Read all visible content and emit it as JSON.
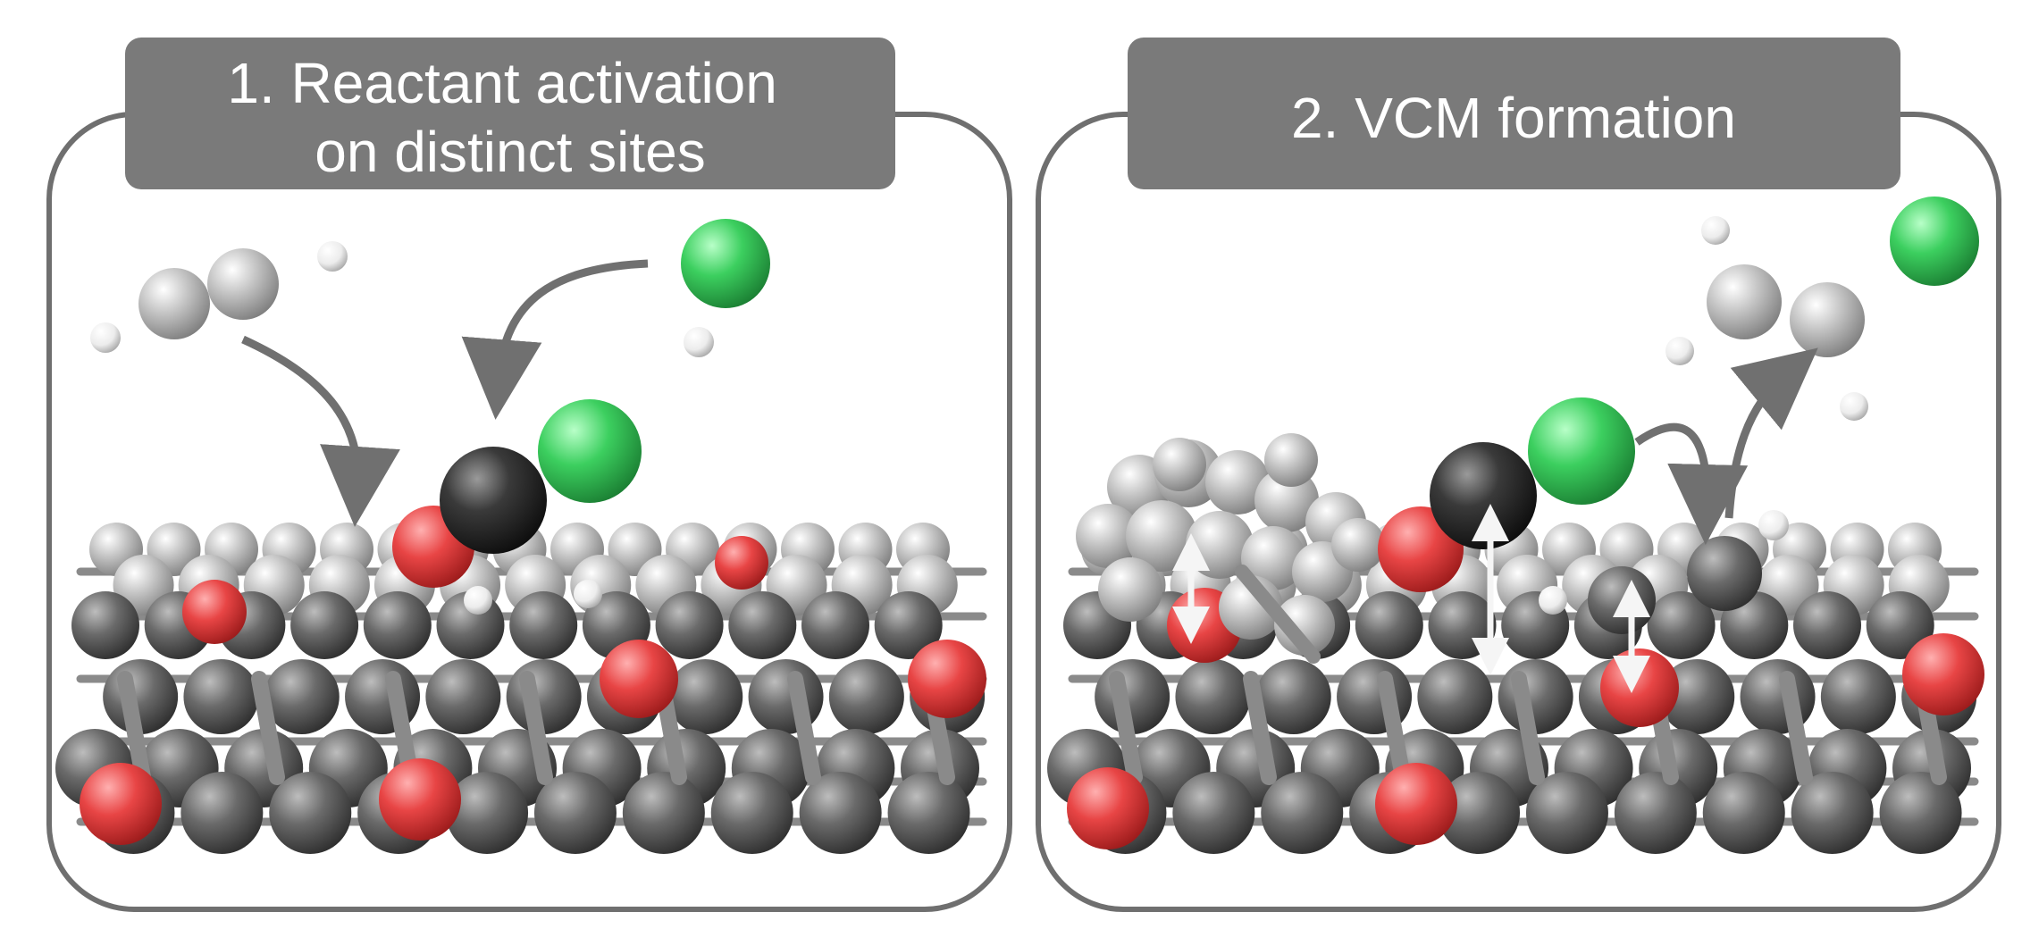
{
  "panels": [
    {
      "title_lines": [
        "1. Reactant activation",
        "on distinct sites"
      ]
    },
    {
      "title_lines": [
        "2. VCM formation"
      ]
    }
  ],
  "colors": {
    "frame": "#6f6f6f",
    "title_box": "#7a7a7a",
    "title_text": "#ffffff",
    "carbon_light": "#bdbdbd",
    "carbon_dark": "#5f5f5f",
    "metal_center": "#2b2b2b",
    "oxygen": "#e63b3b",
    "chlorine": "#34c759",
    "hydrogen": "#f4f4f4",
    "arrow": "#707070",
    "interaction_arrow": "#f5f5f5"
  },
  "species": {
    "panel1": [
      "acetylene-molecule",
      "hcl-molecule",
      "metal-chloride-complex",
      "oxygen-functionalized-carbon-support"
    ],
    "panel2": [
      "vinyl-chloride-molecule",
      "adsorbed-acetylene",
      "metal-chloride-complex",
      "oxygen-functionalized-carbon-support"
    ]
  }
}
